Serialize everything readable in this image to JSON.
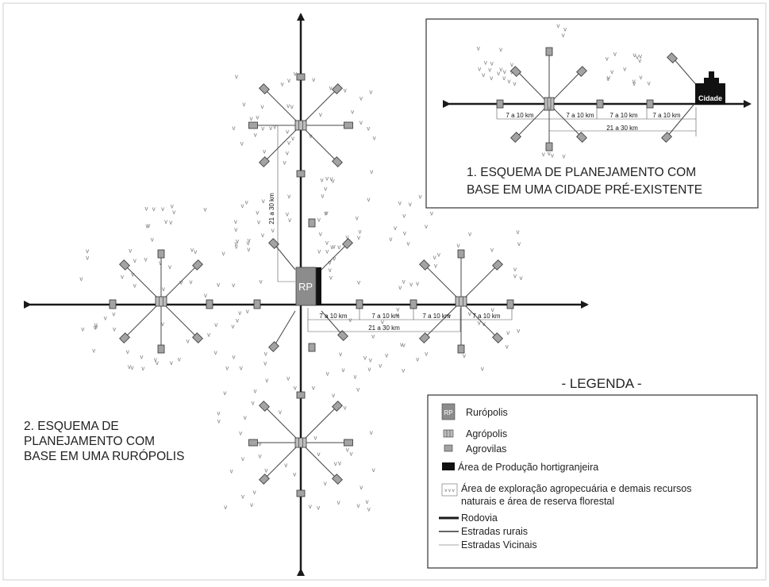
{
  "colors": {
    "road": "#1a1a1a",
    "agropolis_fill": "#bdbdbd",
    "agrovila_fill": "#a3a3a3",
    "ruropolis_fill": "#8c8c8c",
    "production_area": "#111111",
    "vegetation_mark": "#777777"
  },
  "inset": {
    "caption_line1": "1. ESQUEMA DE PLANEJAMENTO COM",
    "caption_line2": "BASE EM UMA CIDADE PRÉ-EXISTENTE",
    "city_label": "Cidade",
    "dist_7_10": "7 a 10 km",
    "dist_21_30": "21 a 30 km"
  },
  "main": {
    "caption_line1": "2. ESQUEMA DE",
    "caption_line2": "PLANEJAMENTO COM",
    "caption_line3": "BASE EM UMA RURÓPOLIS",
    "rp_label": "RP",
    "dist_7_10": "7 a 10 km",
    "dist_21_30": "21 a 30 km",
    "vertical_dist": "21 a 30 km"
  },
  "legend": {
    "title": "- LEGENDA -",
    "rp_icon_text": "RP",
    "vegetation_icon_text": "v v v",
    "ruropolis": "Rurópolis",
    "agropolis": "Agrópolis",
    "agrovilas": "Agrovilas",
    "production_area": "Área de Produção hortigranjeira",
    "exploration_line1": "Área de exploração agropecuária e demais recursos",
    "exploration_line2": "naturais e área de reserva florestal",
    "rodovia": "Rodovia",
    "estradas_rurais": "Estradas rurais",
    "estradas_vicinais": "Estradas Vicinais"
  }
}
